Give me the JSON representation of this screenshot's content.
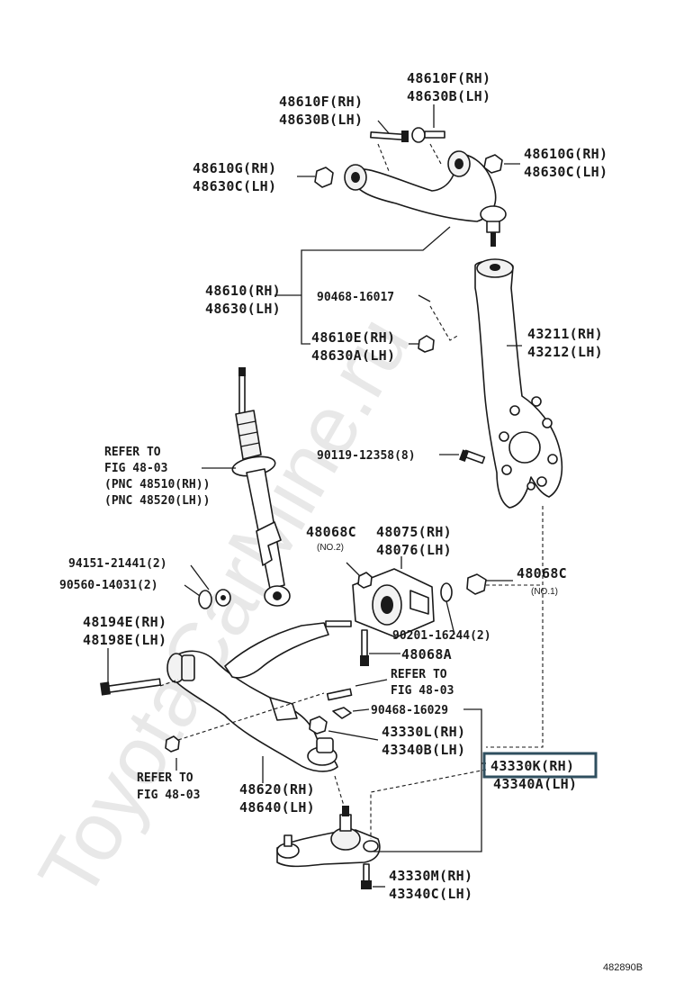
{
  "watermark": "ToyotaCarMine.ru",
  "figure_code": "482890B",
  "highlight_color": "#2f4f5f",
  "labels": {
    "upper_bolt_right_1": "48610F(RH)",
    "upper_bolt_right_2": "48630B(LH)",
    "upper_bolt_left_1": "48610F(RH)",
    "upper_bolt_left_2": "48630B(LH)",
    "upper_nut_left_1": "48610G(RH)",
    "upper_nut_left_2": "48630C(LH)",
    "upper_nut_right_1": "48610G(RH)",
    "upper_nut_right_2": "48630C(LH)",
    "upper_arm_1": "48610(RH)",
    "upper_arm_2": "48630(LH)",
    "upper_arm_nut": "90468-16017",
    "upper_arm_bj_1": "48610E(RH)",
    "upper_arm_bj_2": "48630A(LH)",
    "knuckle_1": "43211(RH)",
    "knuckle_2": "43212(LH)",
    "knuckle_bolt": "90119-12358(8)",
    "refer_shock_1": "REFER TO",
    "refer_shock_2": "FIG 48-03",
    "refer_shock_3": "(PNC 48510(RH))",
    "refer_shock_4": "(PNC 48520(LH))",
    "bush_nut_1": "48068C",
    "bush_nut_1_note": "(NO.2)",
    "bushing_1": "48075(RH)",
    "bushing_2": "48076(LH)",
    "bush_nut_2": "48068C",
    "bush_nut_2_note": "(NO.1)",
    "washer_1": "94151-21441(2)",
    "washer_2": "90560-14031(2)",
    "washer_3": "90201-16244(2)",
    "bush_bolt": "48068A",
    "lower_bolt_1": "48194E(RH)",
    "lower_bolt_2": "48198E(LH)",
    "refer_lower_1": "REFER TO",
    "refer_lower_2": "FIG 48-03",
    "lower_clip": "90468-16029",
    "lower_bj_bolt_1": "43330L(RH)",
    "lower_bj_bolt_2": "43340B(LH)",
    "ball_joint_1": "43330K(RH)",
    "ball_joint_2": "43340A(LH)",
    "refer_bottom_1": "REFER TO",
    "refer_bottom_2": "FIG 48-03",
    "lower_arm_1": "48620(RH)",
    "lower_arm_2": "48640(LH)",
    "bj_bolt_1": "43330M(RH)",
    "bj_bolt_2": "43340C(LH)"
  }
}
